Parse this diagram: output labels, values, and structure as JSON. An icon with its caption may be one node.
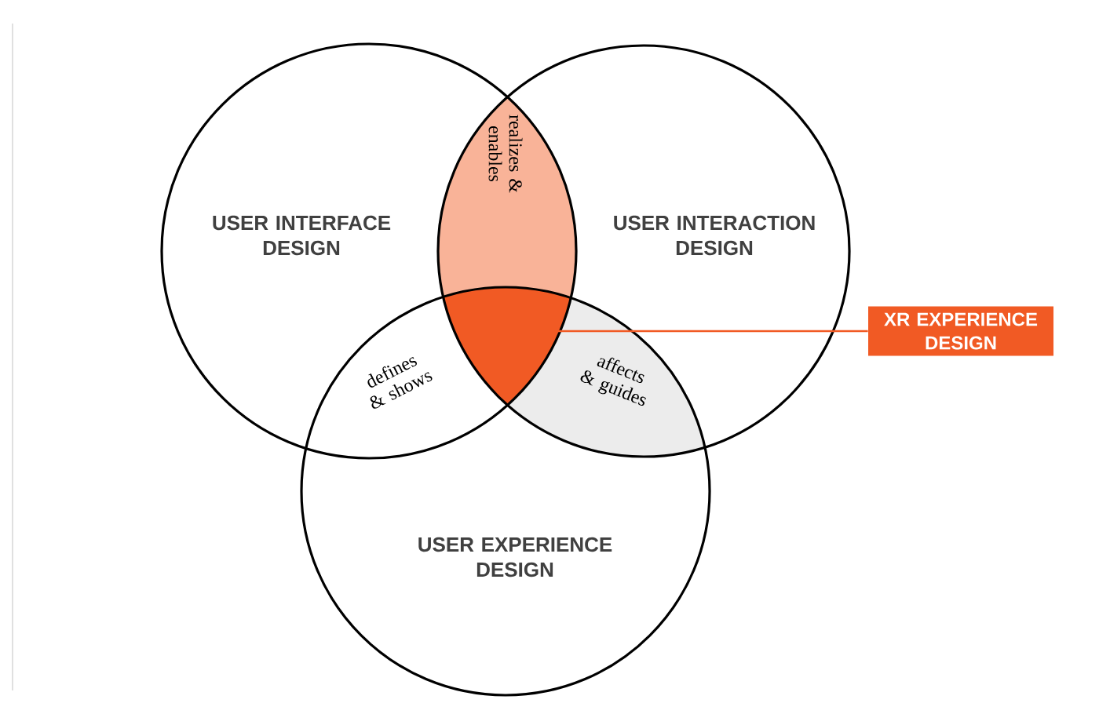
{
  "diagram": {
    "nodes": [
      {
        "text": [
          "USER INTERFACE DESIGN"
        ]
      },
      {
        "text": [
          "USER INTERACTION DESIGN"
        ]
      },
      {
        "text": [
          "USER EXPERIENCE DESIGN"
        ]
      },
      {
        "text": [
          "XR EXPERIENCE DESIGN"
        ]
      }
    ],
    "edges": [
      {
        "from": 3,
        "to": 2,
        "arrow": "none",
        "color": "#f15a24"
      }
    ],
    "labels": [
      "realizes & enables",
      "defines & shows",
      "affects & guides"
    ]
  }
}
